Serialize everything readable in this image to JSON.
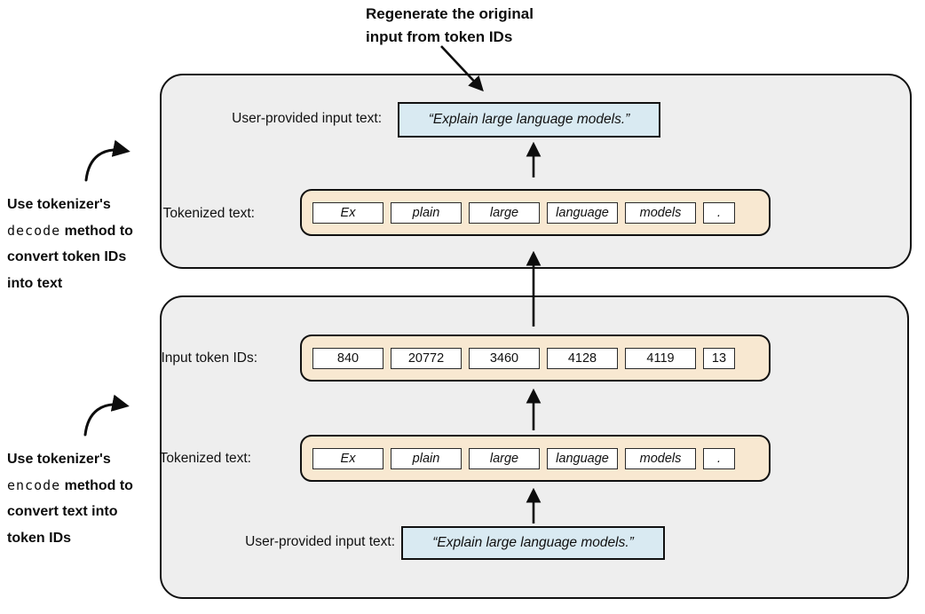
{
  "top_annotation": {
    "line1": "Regenerate the original",
    "line2": "input from token IDs"
  },
  "decode_note": {
    "line1": "Use tokenizer's",
    "code": "decode",
    "line2_rest": " method to",
    "line3": "convert token IDs",
    "line4": "into text"
  },
  "encode_note": {
    "line1": "Use tokenizer's",
    "code": "encode",
    "line2_rest": " method to",
    "line3": "convert text into",
    "line4": "token IDs"
  },
  "top_panel": {
    "input_text_label": "User-provided input text:",
    "input_text_value": "“Explain large language models.”",
    "tokenized_label": "Tokenized text:",
    "tokens": [
      "Ex",
      "plain",
      "large",
      "language",
      "models",
      "."
    ]
  },
  "bottom_panel": {
    "token_ids_label": "Input token IDs:",
    "token_ids": [
      "840",
      "20772",
      "3460",
      "4128",
      "4119",
      "13"
    ],
    "tokenized_label": "Tokenized text:",
    "tokens": [
      "Ex",
      "plain",
      "large",
      "language",
      "models",
      "."
    ],
    "input_text_label": "User-provided input text:",
    "input_text_value": "“Explain large language models.”"
  },
  "colors": {
    "panel_bg": "#eeeeee",
    "token_container_bg": "#f8e8d1",
    "highlight_box_bg": "#d9eaf2",
    "stroke": "#111111"
  }
}
